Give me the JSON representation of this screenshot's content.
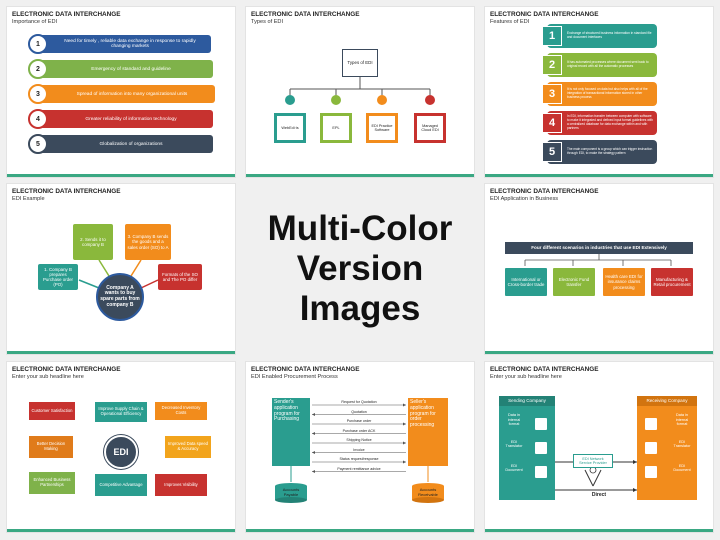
{
  "center": {
    "line1": "Multi-Color",
    "line2": "Version Images"
  },
  "slides": {
    "s1": {
      "title": "ELECTRONIC DATA INTERCHANGE",
      "subtitle": "Importance of EDI",
      "items": [
        {
          "num": "1",
          "text": "Need for timely , reliable data exchange in response to rapidly changing markets",
          "color": "#2d5a9e"
        },
        {
          "num": "2",
          "text": "Emergency of standard and guideline",
          "color": "#7fb24a"
        },
        {
          "num": "3",
          "text": "Spread of information into many organizational units",
          "color": "#f28c1c"
        },
        {
          "num": "4",
          "text": "Greater reliability of information technology",
          "color": "#c7322f"
        },
        {
          "num": "5",
          "text": "Globalization of organizations",
          "color": "#3b4a5c"
        }
      ]
    },
    "s2": {
      "title": "ELECTRONIC DATA INTERCHANGE",
      "subtitle": "Types of EDI",
      "root": "Types of EDI",
      "types": [
        {
          "label": "WebEdi ts",
          "color": "#2a9d8f"
        },
        {
          "label": "EPL",
          "color": "#8ab83c"
        },
        {
          "label": "EDI Practice Software",
          "color": "#f28c1c"
        },
        {
          "label": "Managed Cloud EDI",
          "color": "#c7322f"
        }
      ]
    },
    "s3": {
      "title": "ELECTRONIC DATA INTERCHANGE",
      "subtitle": "Features of EDI",
      "items": [
        {
          "num": "1",
          "text": "Exchange of structured business information in standard file and document interfaces",
          "color": "#2a9d8f"
        },
        {
          "num": "2",
          "text": "It has automated processes where document sent back to original record with all the automatic processes",
          "color": "#8ab83c"
        },
        {
          "num": "3",
          "text": "It is not only focused on data but also helps with all of the integration of transactional information stored in other business process",
          "color": "#f28c1c"
        },
        {
          "num": "4",
          "text": "In EDI, information transfer between computer with software to make it integrated and defined input format guidelines with a centralized database for data exchange within and with partners",
          "color": "#c7322f"
        },
        {
          "num": "5",
          "text": "The main component is a group which can trigger instruction through EDI, to make the strategy pattern",
          "color": "#3b4a5c"
        }
      ]
    },
    "s4": {
      "title": "ELECTRONIC DATA INTERCHANGE",
      "subtitle": "EDI Example",
      "circle": "Company A wants to buy spare parts from company B",
      "boxes": [
        {
          "text": "1. Company B prepares Purchase order (PO)",
          "color": "#2a9d8f"
        },
        {
          "text": "2. Sends it to company B",
          "color": "#8ab83c"
        },
        {
          "text": "3. Company B sends the goods and a sales order (SO) to A",
          "color": "#f28c1c"
        },
        {
          "text": "Formats of the SO and The PO differ",
          "color": "#c7322f"
        }
      ]
    },
    "s5": {
      "title": "ELECTRONIC DATA INTERCHANGE",
      "subtitle": "EDI Application in Business",
      "header": "Four different scenarios in industries that use EDI Extensively",
      "items": [
        {
          "text": "International or Cross-border trade",
          "color": "#2a9d8f"
        },
        {
          "text": "Electronic Fund transfer",
          "color": "#8ab83c"
        },
        {
          "text": "Health care EDI for insurance claims processing",
          "color": "#f28c1c"
        },
        {
          "text": "Manufacturing & Retail procurement",
          "color": "#c7322f"
        }
      ]
    },
    "s6": {
      "title": "ELECTRONIC DATA INTERCHANGE",
      "subtitle": "Enter your sub headline here",
      "center": "EDI",
      "items": [
        {
          "text": "Customer Satisfaction",
          "color": "#c7322f"
        },
        {
          "text": "Improve Supply Chain & Operational Efficiency",
          "color": "#2a9d8f"
        },
        {
          "text": "Decreased Inventory Costs",
          "color": "#f28c1c"
        },
        {
          "text": "Better Decision Making",
          "color": "#e07b1a"
        },
        {
          "text": "Improved Data speed & Accuracy",
          "color": "#f2a41c"
        },
        {
          "text": "Enhanced Business Partnerships",
          "color": "#7fb24a"
        },
        {
          "text": "Competitive Advantage",
          "color": "#2a9d8f"
        },
        {
          "text": "Improves Visibility",
          "color": "#c7322f"
        }
      ]
    },
    "s7": {
      "title": "ELECTRONIC DATA INTERCHANGE",
      "subtitle": "EDI Enabled Procurement Process",
      "left": "Sender's application program for Purchasing",
      "right": "Seller's application program for order processing",
      "left_db": "Accounts Payable",
      "right_db": "Accounts Receivable",
      "messages": [
        "Request for Quotation",
        "Quotation",
        "Purchase order",
        "Purchase order ACK",
        "Shipping Notice",
        "Invoice",
        "Status request/response",
        "Payment remittance advice"
      ]
    },
    "s8": {
      "title": "ELECTRONIC DATA INTERCHANGE",
      "subtitle": "Enter your sub headline here",
      "sending": "Sending Company",
      "receiving": "Receiving Company",
      "s_steps": [
        "Data in internal format",
        "EDI Translator",
        "EDI Document"
      ],
      "r_steps": [
        "Data in internal format",
        "EDI Translator",
        "EDI Document"
      ],
      "network": "EDI Network Service Provider",
      "direct": "Direct"
    }
  }
}
